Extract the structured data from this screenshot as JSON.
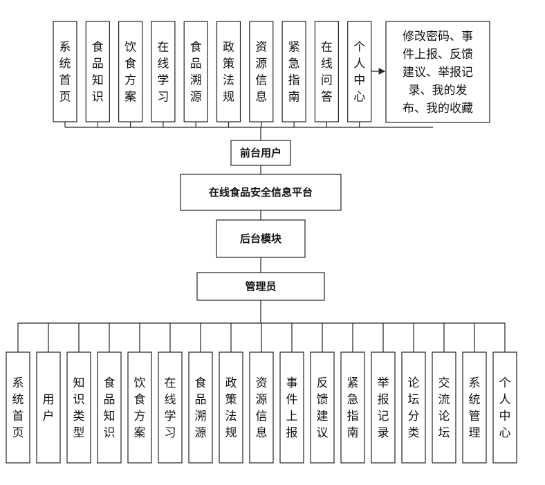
{
  "front_user": "前台用户",
  "platform": "在线食品安全信息平台",
  "backend": "后台模块",
  "admin": "管理员",
  "top_modules": [
    "系统首页",
    "食品知识",
    "饮食方案",
    "在线学习",
    "食品溯源",
    "政策法规",
    "资源信息",
    "紧急指南",
    "在线问答",
    "个人中心"
  ],
  "personal_center_detail": [
    "修改密码、事",
    "件上报、反馈",
    "建议、举报记",
    "录、我的发",
    "布、我的收藏"
  ],
  "bottom_modules": [
    "系统首页",
    "用户",
    "知识类型",
    "食品知识",
    "饮食方案",
    "在线学习",
    "食品溯源",
    "政策法规",
    "资源信息",
    "事件上报",
    "反馈建议",
    "紧急指南",
    "举报记录",
    "论坛分类",
    "交流论坛",
    "系统管理",
    "个人中心"
  ]
}
